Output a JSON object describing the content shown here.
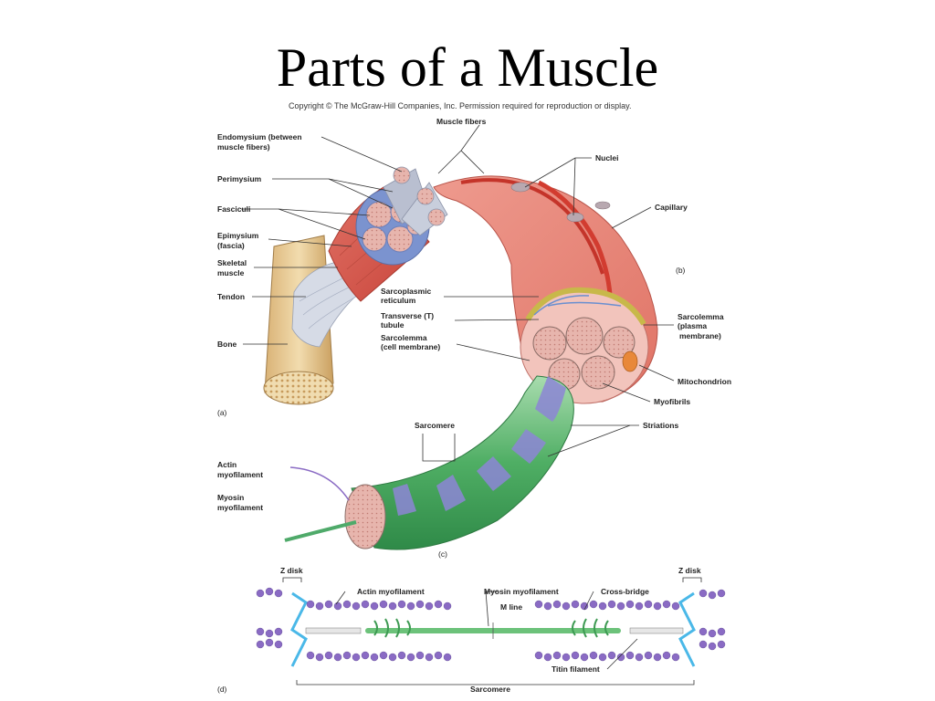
{
  "title": "Parts of a Muscle",
  "copyright": "Copyright © The McGraw-Hill Companies, Inc. Permission required for reproduction or display.",
  "panels": {
    "a": "(a)",
    "b": "(b)",
    "c": "(c)",
    "d": "(d)"
  },
  "labels": {
    "muscle_fibers": "Muscle fibers",
    "endomysium_1": "Endomysium (between",
    "endomysium_2": "muscle fibers)",
    "perimysium": "Perimysium",
    "fasciculi": "Fasciculi",
    "epimysium_1": "Epimysium",
    "epimysium_2": "(fascia)",
    "skeletal_1": "Skeletal",
    "skeletal_2": "muscle",
    "tendon": "Tendon",
    "bone": "Bone",
    "nuclei": "Nuclei",
    "capillary": "Capillary",
    "sr_1": "Sarcoplasmic",
    "sr_2": "reticulum",
    "ttubule_1": "Transverse (T)",
    "ttubule_2": "tubule",
    "sarcolemma_cell_1": "Sarcolemma",
    "sarcolemma_cell_2": "(cell membrane)",
    "sarcolemma_plasma_1": "Sarcolemma",
    "sarcolemma_plasma_2": "(plasma",
    "sarcolemma_plasma_3": "membrane)",
    "mitochondrion": "Mitochondrion",
    "myofibrils": "Myofibrils",
    "striations": "Striations",
    "sarcomere_c": "Sarcomere",
    "actin_1": "Actin",
    "actin_2": "myofilament",
    "myosin_1": "Myosin",
    "myosin_2": "myofilament",
    "zdisk_left": "Z disk",
    "zdisk_right": "Z disk",
    "actin_myofilament_d": "Actin myofilament",
    "myosin_myofilament_d": "Myosin myofilament",
    "cross_bridge": "Cross-bridge",
    "m_line": "M line",
    "titin": "Titin filament",
    "sarcomere_d": "Sarcomere"
  },
  "colors": {
    "muscle_red": "#d9574c",
    "fiber_pink": "#e89a8f",
    "tendon_blue": "#c8cedc",
    "bone_tan": "#e8c98e",
    "myofibril_green": "#5fb872",
    "stripe_purple": "#9a8fd6",
    "actin_purple": "#8a6bc4",
    "zdisk_cyan": "#4ab8e8"
  }
}
